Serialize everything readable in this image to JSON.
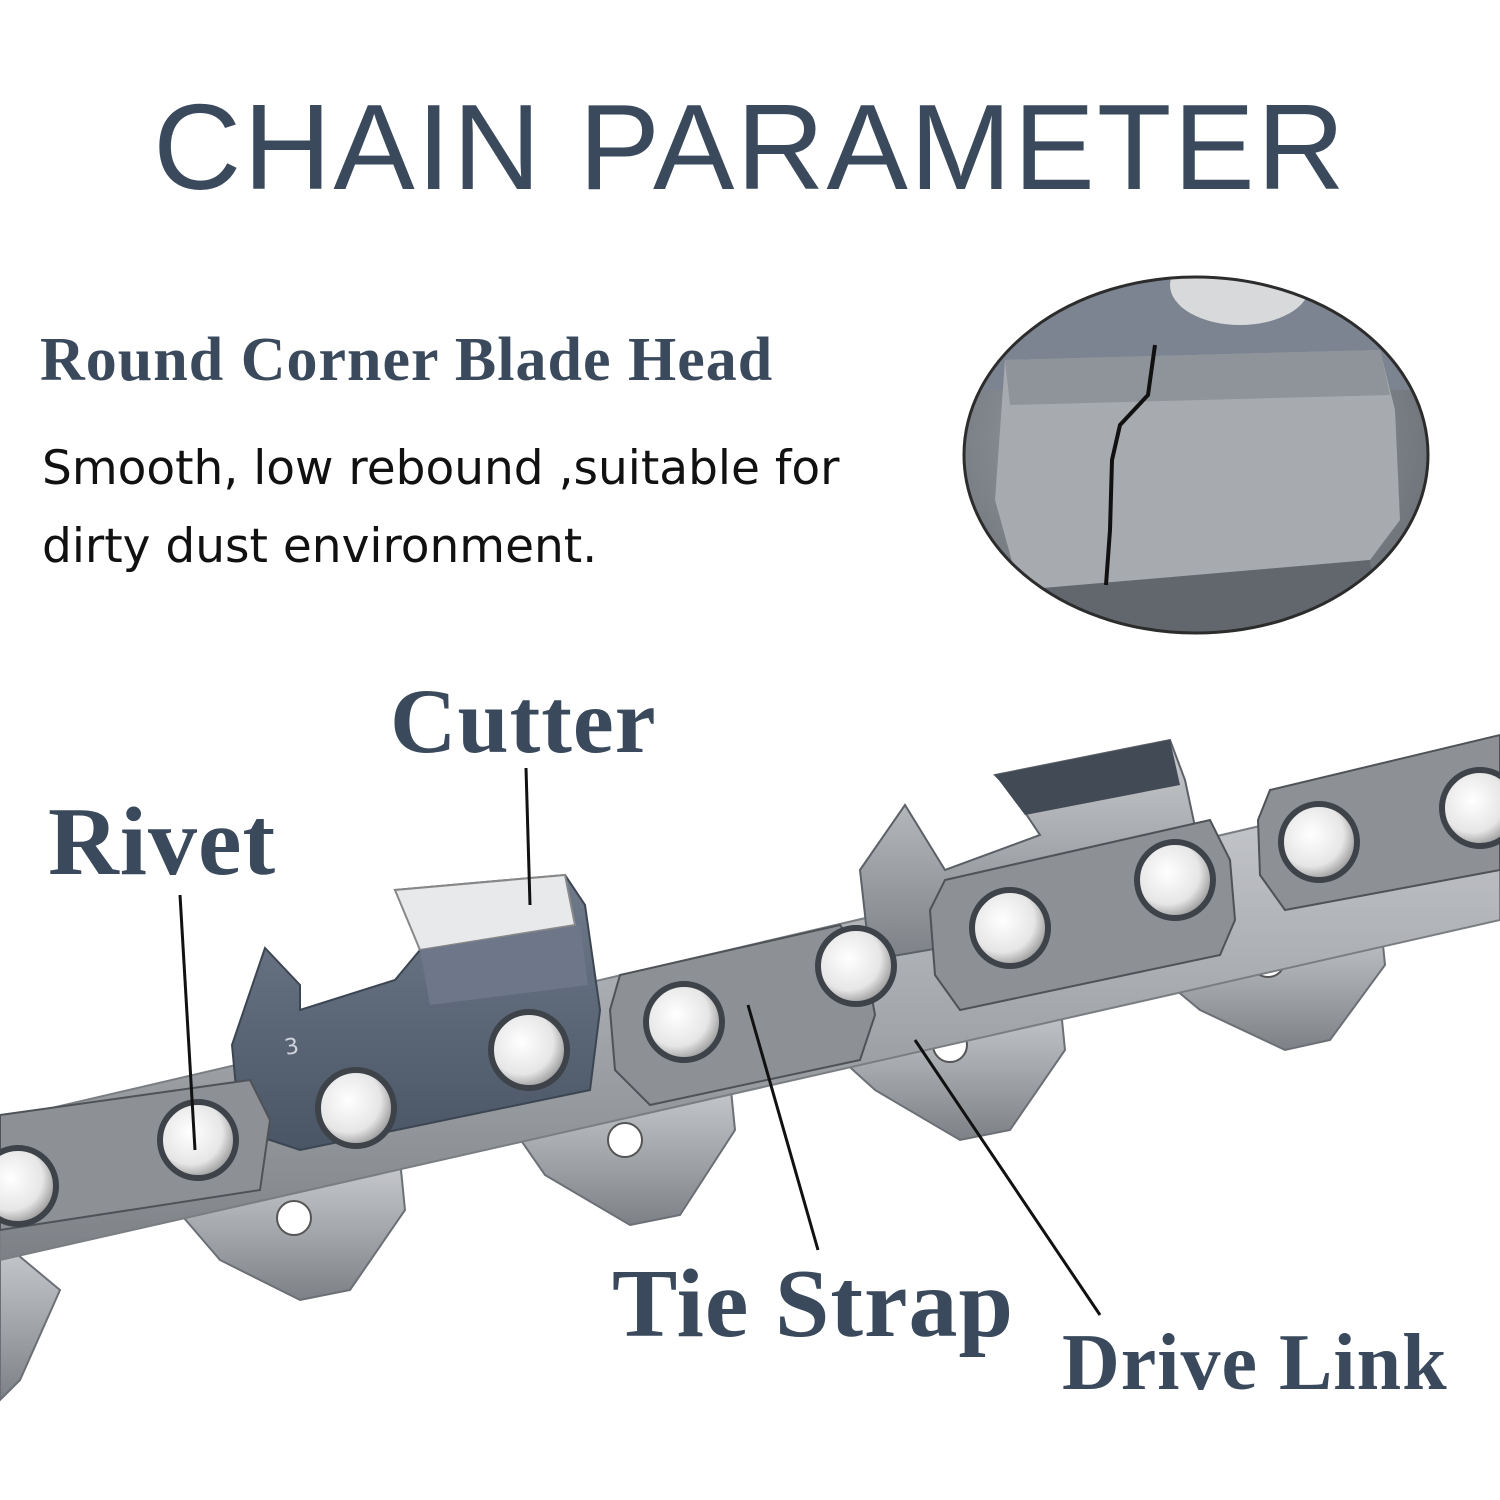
{
  "title": "CHAIN PARAMETER",
  "feature": {
    "heading": "Round Corner Blade Head",
    "description": "Smooth, low rebound ,suitable for dirty dust environment."
  },
  "parts": {
    "cutter": "Cutter",
    "rivet": "Rivet",
    "tie_strap": "Tie Strap",
    "drive_link": "Drive Link"
  },
  "cutter_stamp": "3",
  "colors": {
    "text": "#3a4a5c",
    "steel": "#a9acb0",
    "dark_steel": "#5b6677",
    "rivet": "#f2f2f2"
  }
}
